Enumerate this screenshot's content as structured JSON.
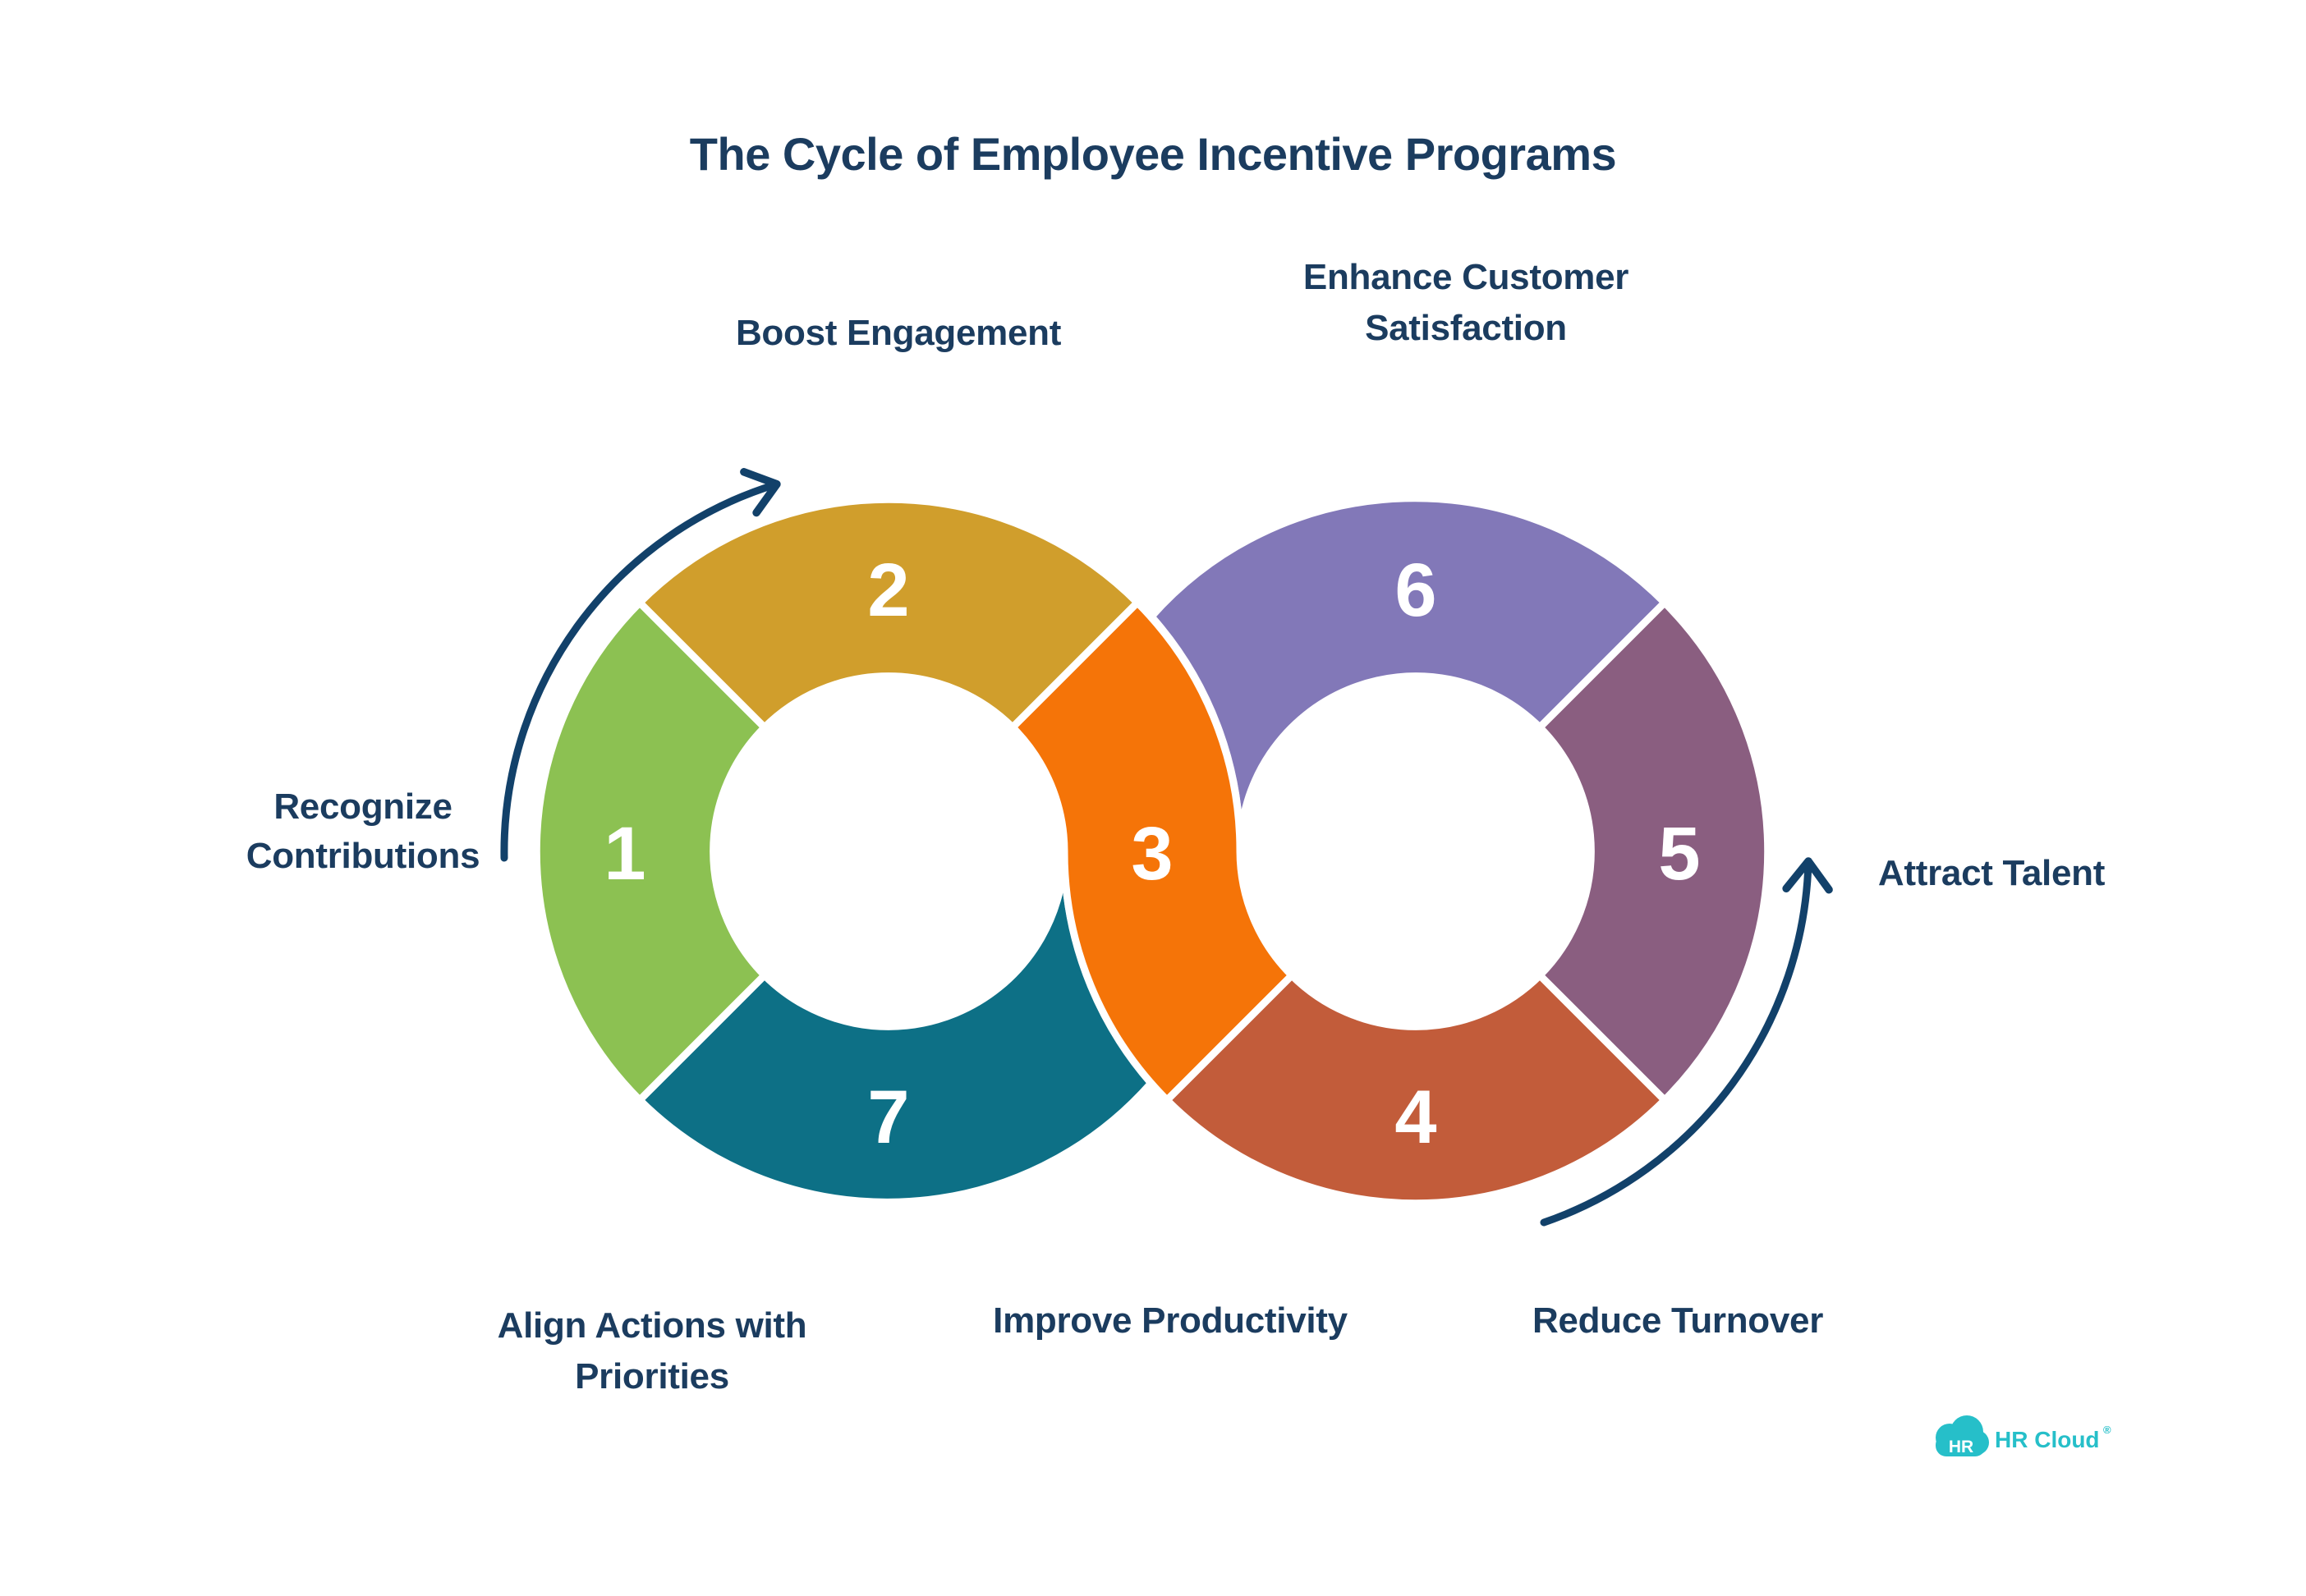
{
  "title": {
    "text": "The Cycle of Employee Incentive Programs"
  },
  "colors": {
    "background": "#ffffff",
    "text_navy": "#1b3c5f",
    "arrow_navy": "#12416a",
    "separator_white": "#ffffff",
    "number_white": "#ffffff",
    "green": "#8cc152",
    "gold": "#d09e2c",
    "orange": "#f57408",
    "teal": "#0d7086",
    "purple": "#8278b8",
    "plum": "#8a5e80",
    "rust": "#c25c3a",
    "brand_teal": "#26bfc9"
  },
  "segments": [
    {
      "number": "1",
      "label": "Recognize Contributions",
      "color_key": "green",
      "lines": [
        "Recognize",
        "Contributions"
      ]
    },
    {
      "number": "2",
      "label": "Boost Engagement",
      "color_key": "gold",
      "lines": [
        "Boost Engagement"
      ]
    },
    {
      "number": "3",
      "label": "Improve Productivity",
      "color_key": "orange",
      "lines": [
        "Improve Productivity"
      ]
    },
    {
      "number": "4",
      "label": "Reduce Turnover",
      "color_key": "rust",
      "lines": [
        "Reduce Turnover"
      ]
    },
    {
      "number": "5",
      "label": "Attract Talent",
      "color_key": "plum",
      "lines": [
        "Attract Talent"
      ]
    },
    {
      "number": "6",
      "label": "Enhance Customer Satisfaction",
      "color_key": "purple",
      "lines": [
        "Enhance Customer",
        "Satisfaction"
      ]
    },
    {
      "number": "7",
      "label": "Align Actions with Priorities",
      "color_key": "teal",
      "lines": [
        "Align Actions with",
        "Priorities"
      ]
    }
  ],
  "logo": {
    "badge_text": "HR",
    "wordmark": "HR Cloud",
    "registered_mark": "®"
  }
}
